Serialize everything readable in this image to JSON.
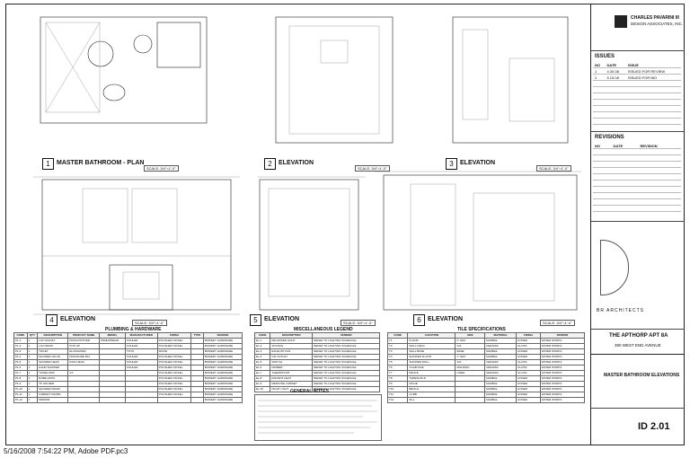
{
  "views": [
    {
      "num": "1",
      "title": "MASTER BATHROOM - PLAN"
    },
    {
      "num": "2",
      "title": "ELEVATION"
    },
    {
      "num": "3",
      "title": "ELEVATION"
    },
    {
      "num": "4",
      "title": "ELEVATION"
    },
    {
      "num": "5",
      "title": "ELEVATION"
    },
    {
      "num": "6",
      "title": "ELEVATION"
    }
  ],
  "scale_label": "SCALE: 3/4\"=1'-0\"",
  "schedules": {
    "plumbing": {
      "title": "PLUMBING & HARDWARE",
      "headers": [
        "CODE",
        "QTY",
        "DESCRIPTION",
        "PRODUCT NAME",
        "MODEL",
        "MANUFACTURER",
        "FINISH",
        "TYPE",
        "VENDOR"
      ],
      "rows": [
        [
          "P1-1",
          "1",
          "LAV FAUCET",
          "PRICE PFISTER",
          "WIDESPREAD",
          "KOHLER",
          "POLISHED NICKEL",
          "",
          "BOWERY HARDWARE"
        ],
        [
          "P1-2",
          "1",
          "LAV DRAIN",
          "POP-UP",
          "",
          "KOHLER",
          "POLISHED NICKEL",
          "",
          "BOWERY HARDWARE"
        ],
        [
          "P1-3",
          "1",
          "TOILET",
          "ELONGATED",
          "",
          "TOTO",
          "WHITE",
          "",
          "BOWERY HARDWARE"
        ],
        [
          "P1-4",
          "1",
          "SHOWER VALVE",
          "PRESSURE BAL",
          "",
          "KOHLER",
          "POLISHED NICKEL",
          "",
          "BOWERY HARDWARE"
        ],
        [
          "P1-5",
          "1",
          "SHOWER HEAD",
          "RAIN HEAD",
          "",
          "KOHLER",
          "POLISHED NICKEL",
          "",
          "BOWERY HARDWARE"
        ],
        [
          "P1-6",
          "1",
          "HAND SHOWER",
          "",
          "",
          "KOHLER",
          "POLISHED NICKEL",
          "",
          "BOWERY HARDWARE"
        ],
        [
          "P1-7",
          "2",
          "TOWEL BAR",
          "24\"",
          "",
          "",
          "POLISHED NICKEL",
          "",
          "BOWERY HARDWARE"
        ],
        [
          "P1-8",
          "1",
          "ROBE HOOK",
          "",
          "",
          "",
          "POLISHED NICKEL",
          "",
          "BOWERY HARDWARE"
        ],
        [
          "P1-9",
          "1",
          "TP HOLDER",
          "",
          "",
          "",
          "POLISHED NICKEL",
          "",
          "BOWERY HARDWARE"
        ],
        [
          "P1-10",
          "1",
          "SHOWER DRAIN",
          "",
          "",
          "",
          "POLISHED NICKEL",
          "",
          "BOWERY HARDWARE"
        ],
        [
          "P1-11",
          "1",
          "CABINET KNOBS",
          "",
          "",
          "",
          "POLISHED NICKEL",
          "",
          "BOWERY HARDWARE"
        ],
        [
          "P1-12",
          "1",
          "MIRROR",
          "",
          "",
          "",
          "",
          "",
          "BOWERY HARDWARE"
        ]
      ]
    },
    "electrical": {
      "title": "MISCELLANEOUS LEGEND",
      "headers": [
        "CODE",
        "DESCRIPTION",
        "VENDOR"
      ],
      "rows": [
        [
          "EL-1",
          "RECESSED LIGHT",
          "REFER TO LIGHTING SCHEDULE"
        ],
        [
          "EL-2",
          "SCONCE",
          "REFER TO LIGHTING SCHEDULE"
        ],
        [
          "EL-3",
          "EXHAUST FAN",
          "REFER TO LIGHTING SCHEDULE"
        ],
        [
          "EL-4",
          "GFI OUTLET",
          "REFER TO LIGHTING SCHEDULE"
        ],
        [
          "EL-5",
          "SWITCH",
          "REFER TO LIGHTING SCHEDULE"
        ],
        [
          "EL-6",
          "DIMMER",
          "REFER TO LIGHTING SCHEDULE"
        ],
        [
          "EL-7",
          "THERMOSTAT",
          "REFER TO LIGHTING SCHEDULE"
        ],
        [
          "EL-8",
          "RADIANT HEAT",
          "REFER TO LIGHTING SCHEDULE"
        ],
        [
          "EL-9",
          "MEDICINE CABINET",
          "REFER TO LIGHTING SCHEDULE"
        ],
        [
          "EL-10",
          "NIGHT LIGHT",
          "REFER TO LIGHTING SCHEDULE"
        ]
      ]
    },
    "notes_title": "GENERAL NOTES",
    "tile": {
      "title": "TILE SPECIFICATIONS",
      "headers": [
        "CODE",
        "LOCATION",
        "SIZE",
        "MATERIAL",
        "FINISH",
        "VENDOR"
      ],
      "rows": [
        [
          "T1",
          "FLOOR",
          "2\" HEX",
          "MARBLE",
          "HONED",
          "WATER WORKS"
        ],
        [
          "T2",
          "WALL FIELD",
          "3x6",
          "CERAMIC",
          "GLOSS",
          "WATER WORKS"
        ],
        [
          "T3",
          "WALL BASE",
          "BASE",
          "MARBLE",
          "HONED",
          "WATER WORKS"
        ],
        [
          "T4",
          "SHOWER FLOOR",
          "1\" HEX",
          "MARBLE",
          "HONED",
          "WATER WORKS"
        ],
        [
          "T5",
          "SHOWER WALL",
          "3x6",
          "CERAMIC",
          "GLOSS",
          "WATER WORKS"
        ],
        [
          "T6",
          "CHAIR RAIL",
          "MOLDING",
          "CERAMIC",
          "GLOSS",
          "WATER WORKS"
        ],
        [
          "T7",
          "PENCIL",
          "LINER",
          "CERAMIC",
          "GLOSS",
          "WATER WORKS"
        ],
        [
          "T8",
          "THRESHOLD",
          "",
          "MARBLE",
          "HONED",
          "WATER WORKS"
        ],
        [
          "T9",
          "NICHE",
          "",
          "MARBLE",
          "HONED",
          "WATER WORKS"
        ],
        [
          "T10",
          "BENCH",
          "",
          "MARBLE",
          "HONED",
          "WATER WORKS"
        ],
        [
          "T11",
          "CURB",
          "",
          "MARBLE",
          "HONED",
          "WATER WORKS"
        ],
        [
          "T12",
          "SILL",
          "",
          "MARBLE",
          "HONED",
          "WATER WORKS"
        ]
      ]
    }
  },
  "title_block": {
    "firm": "CHARLES PAVARINI III",
    "firm_sub": "DESIGN ASSOCIATES, INC.",
    "issues_title": "ISSUES",
    "issues_headers": [
      "NO",
      "DATE",
      "ISSUE"
    ],
    "issues": [
      [
        "1",
        "4.30.08",
        "ISSUED FOR REVIEW"
      ],
      [
        "2",
        "5.15.08",
        "ISSUED FOR BID"
      ]
    ],
    "revisions_title": "REVISIONS",
    "revisions_headers": [
      "NO",
      "DATE",
      "REVISION"
    ],
    "architect_logo": "BR ARCHITECTS",
    "project": "THE APTHORP APT 8A",
    "address": "390 WEST END AVENUE",
    "sheet_name": "MASTER BATHROOM ELEVATIONS",
    "sheet_number": "ID 2.01"
  },
  "footer_text": "5/16/2008 7:54:22 PM, Adobe PDF.pc3"
}
